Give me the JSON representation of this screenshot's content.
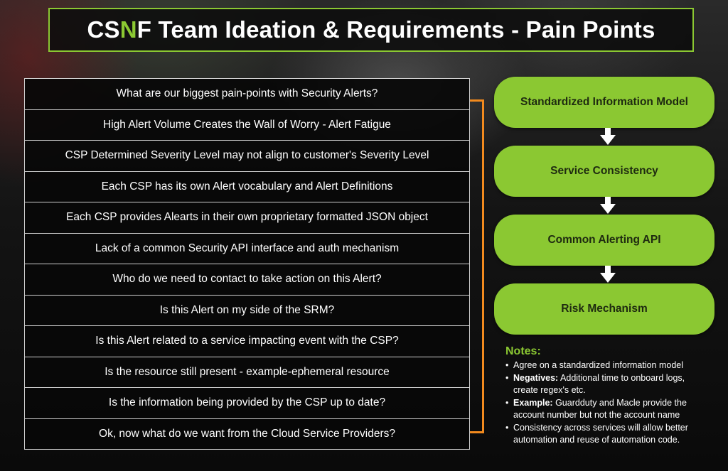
{
  "title": {
    "prefix": "CS",
    "accent": "N",
    "rest": "F Team Ideation & Requirements - Pain Points",
    "accent_color": "#8bc832"
  },
  "questions": [
    "What are our biggest pain-points with Security Alerts?",
    "High Alert Volume Creates the Wall of Worry - Alert Fatigue",
    "CSP Determined Severity Level may not align to customer's Severity Level",
    "Each CSP has its own Alert vocabulary and Alert Definitions",
    "Each CSP provides Alearts in their own proprietary formatted JSON object",
    "Lack of a common Security API interface and auth mechanism",
    "Who do we need to contact to take action on this Alert?",
    "Is this Alert on my side of the SRM?",
    "Is this Alert related to a service impacting event with the CSP?",
    "Is the resource still present - example-ephemeral resource",
    "Is the information being provided by the CSP up to date?",
    "Ok, now what do we want from the Cloud Service Providers?"
  ],
  "flow_steps": [
    "Standardized Information Model",
    "Service Consistency",
    "Common Alerting API",
    "Risk Mechanism"
  ],
  "notes": {
    "title": "Notes:",
    "items": [
      {
        "bold": "",
        "lines": [
          "Agree on a standardized information model"
        ]
      },
      {
        "bold": "Negatives:",
        "lines": [
          "Additional time to onboard logs,",
          "create regex's etc."
        ]
      },
      {
        "bold": "Example:",
        "lines": [
          "Guardduty and Macle provide the",
          "account number but not the account name"
        ]
      },
      {
        "bold": "",
        "lines": [
          "Consistency across services will allow better",
          "automation and reuse of automation code."
        ]
      }
    ]
  },
  "colors": {
    "green": "#8bc832",
    "orange": "#f28a1e",
    "row_bg": "#080808",
    "row_border": "#cfcfcf"
  }
}
